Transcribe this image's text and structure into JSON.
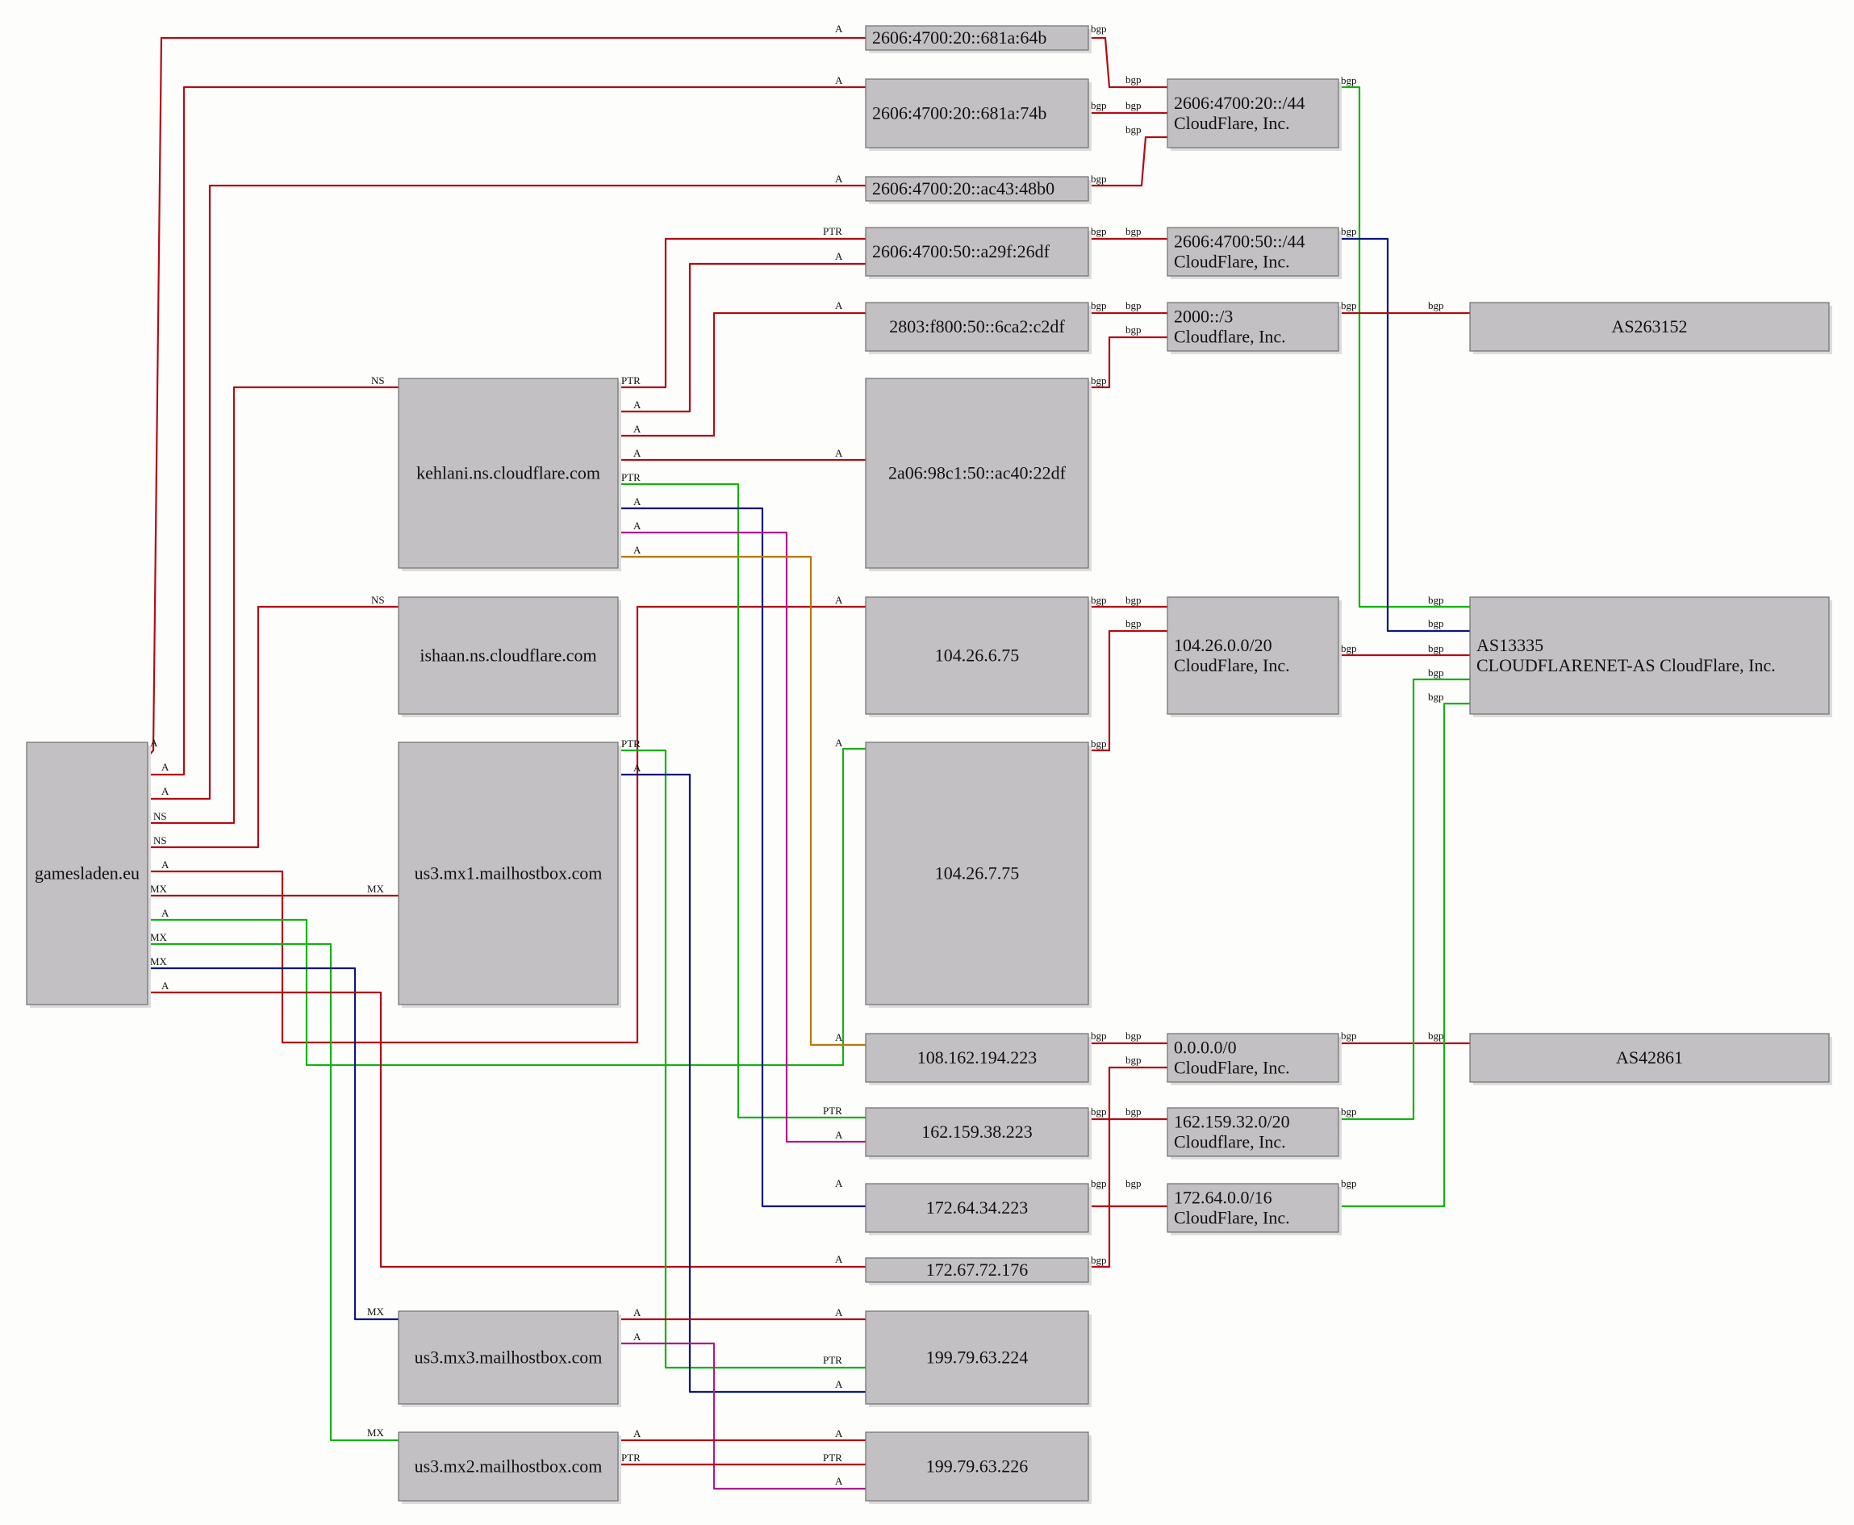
{
  "colors": {
    "red": "#b00d16",
    "green": "#12b312",
    "navy": "#0c1780",
    "magenta": "#b01a8c",
    "orange": "#b8780a",
    "node_fill": "#c3c0c4",
    "node_border": "#6e6e70"
  },
  "nodes": [
    {
      "id": "gamesladen",
      "lines": [
        "gamesladen.eu"
      ]
    },
    {
      "id": "kehlani",
      "lines": [
        "kehlani.ns.cloudflare.com"
      ]
    },
    {
      "id": "ishaan",
      "lines": [
        "ishaan.ns.cloudflare.com"
      ]
    },
    {
      "id": "us3mx1",
      "lines": [
        "us3.mx1.mailhostbox.com"
      ]
    },
    {
      "id": "us3mx3",
      "lines": [
        "us3.mx3.mailhostbox.com"
      ]
    },
    {
      "id": "us3mx2",
      "lines": [
        "us3.mx2.mailhostbox.com"
      ]
    },
    {
      "id": "ip64b",
      "lines": [
        "2606:4700:20::681a:64b"
      ]
    },
    {
      "id": "ip74b",
      "lines": [
        "2606:4700:20::681a:74b"
      ]
    },
    {
      "id": "ip48b0",
      "lines": [
        "2606:4700:20::ac43:48b0"
      ]
    },
    {
      "id": "ip26df",
      "lines": [
        "2606:4700:50::a29f:26df"
      ]
    },
    {
      "id": "ip2803",
      "lines": [
        "2803:f800:50::6ca2:c2df"
      ]
    },
    {
      "id": "ip2a06",
      "lines": [
        "2a06:98c1:50::ac40:22df"
      ]
    },
    {
      "id": "ip6_75",
      "lines": [
        "104.26.6.75"
      ]
    },
    {
      "id": "ip7_75",
      "lines": [
        "104.26.7.75"
      ]
    },
    {
      "id": "ip108",
      "lines": [
        "108.162.194.223"
      ]
    },
    {
      "id": "ip162",
      "lines": [
        "162.159.38.223"
      ]
    },
    {
      "id": "ip172_64",
      "lines": [
        "172.64.34.223"
      ]
    },
    {
      "id": "ip172_67",
      "lines": [
        "172.67.72.176"
      ]
    },
    {
      "id": "ip199_224",
      "lines": [
        "199.79.63.224"
      ]
    },
    {
      "id": "ip199_226",
      "lines": [
        "199.79.63.226"
      ]
    },
    {
      "id": "net20",
      "lines": [
        "2606:4700:20::/44",
        "CloudFlare, Inc."
      ]
    },
    {
      "id": "net50",
      "lines": [
        "2606:4700:50::/44",
        "CloudFlare, Inc."
      ]
    },
    {
      "id": "net2000",
      "lines": [
        "2000::/3",
        "Cloudflare, Inc."
      ]
    },
    {
      "id": "net104",
      "lines": [
        "104.26.0.0/20",
        "CloudFlare, Inc."
      ]
    },
    {
      "id": "net0",
      "lines": [
        "0.0.0.0/0",
        "CloudFlare, Inc."
      ]
    },
    {
      "id": "net162",
      "lines": [
        "162.159.32.0/20",
        "Cloudflare, Inc."
      ]
    },
    {
      "id": "net172",
      "lines": [
        "172.64.0.0/16",
        "CloudFlare, Inc."
      ]
    },
    {
      "id": "as263152",
      "lines": [
        "AS263152"
      ]
    },
    {
      "id": "as13335",
      "lines": [
        "AS13335",
        "CLOUDFLARENET-AS CloudFlare, Inc."
      ]
    },
    {
      "id": "as42861",
      "lines": [
        "AS42861"
      ]
    }
  ],
  "edge_labels": {
    "A": "A",
    "NS": "NS",
    "MX": "MX",
    "PTR": "PTR",
    "bgp": "bgp"
  }
}
